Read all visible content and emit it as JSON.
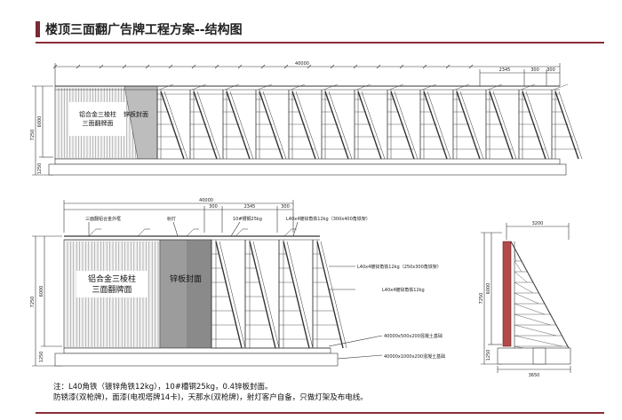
{
  "header": {
    "title": "楼顶三面翻广告牌工程方案--结构图"
  },
  "top_view": {
    "panel_label_line1": "铝合金三棱柱",
    "panel_label_line2": "三面翻牌面",
    "cover_label": "锌板封面",
    "dim_total": "40000",
    "dim_seg1": "2345",
    "dim_seg2": "300",
    "dim_height_total": "7250",
    "dim_height_upper": "6000",
    "dim_height_lower": "1250"
  },
  "bottom_view": {
    "panel_label_line1": "铝合金三棱柱",
    "panel_label_line2": "三面翻牌面",
    "cover_label": "锌板封面",
    "dim_total": "40000",
    "dim_seg0": "300",
    "dim_seg1": "2345",
    "dim_seg2": "300",
    "dim_height_total": "7250",
    "dim_height_upper": "6000",
    "dim_height_lower": "1250",
    "callout_frame": "三面翻铝合金外框",
    "callout_light": "射灯",
    "callout_channel": "10#槽钢25kg",
    "callout_angle_top": "L40x4镀锌角铁12kg（300x400角铁架）",
    "callout_angle_mid": "L40x4镀锌角铁12kg（250x300角铁架）",
    "callout_angle_low": "L40x4镀锌角铁12kg",
    "callout_base1": "40000x500x200混凝土基础",
    "callout_base2": "40000x1000x200混凝土基础"
  },
  "side_view": {
    "dim_top": "3200",
    "dim_bottom": "3650",
    "dim_height_total": "7250",
    "dim_height_upper": "6000",
    "dim_height_lower": "1250"
  },
  "notes": {
    "line1": "注：L40角铁（镀锌角铁12kg），10#槽钢25kg，0.4锌板封面。",
    "line2": "防锈漆(双枪牌)，面漆(电视塔牌14卡)，天那水(双枪牌)，射灯客户自备，只做灯架及布电线。"
  },
  "colors": {
    "accent": "#8a2c3a",
    "line": "#333333"
  }
}
